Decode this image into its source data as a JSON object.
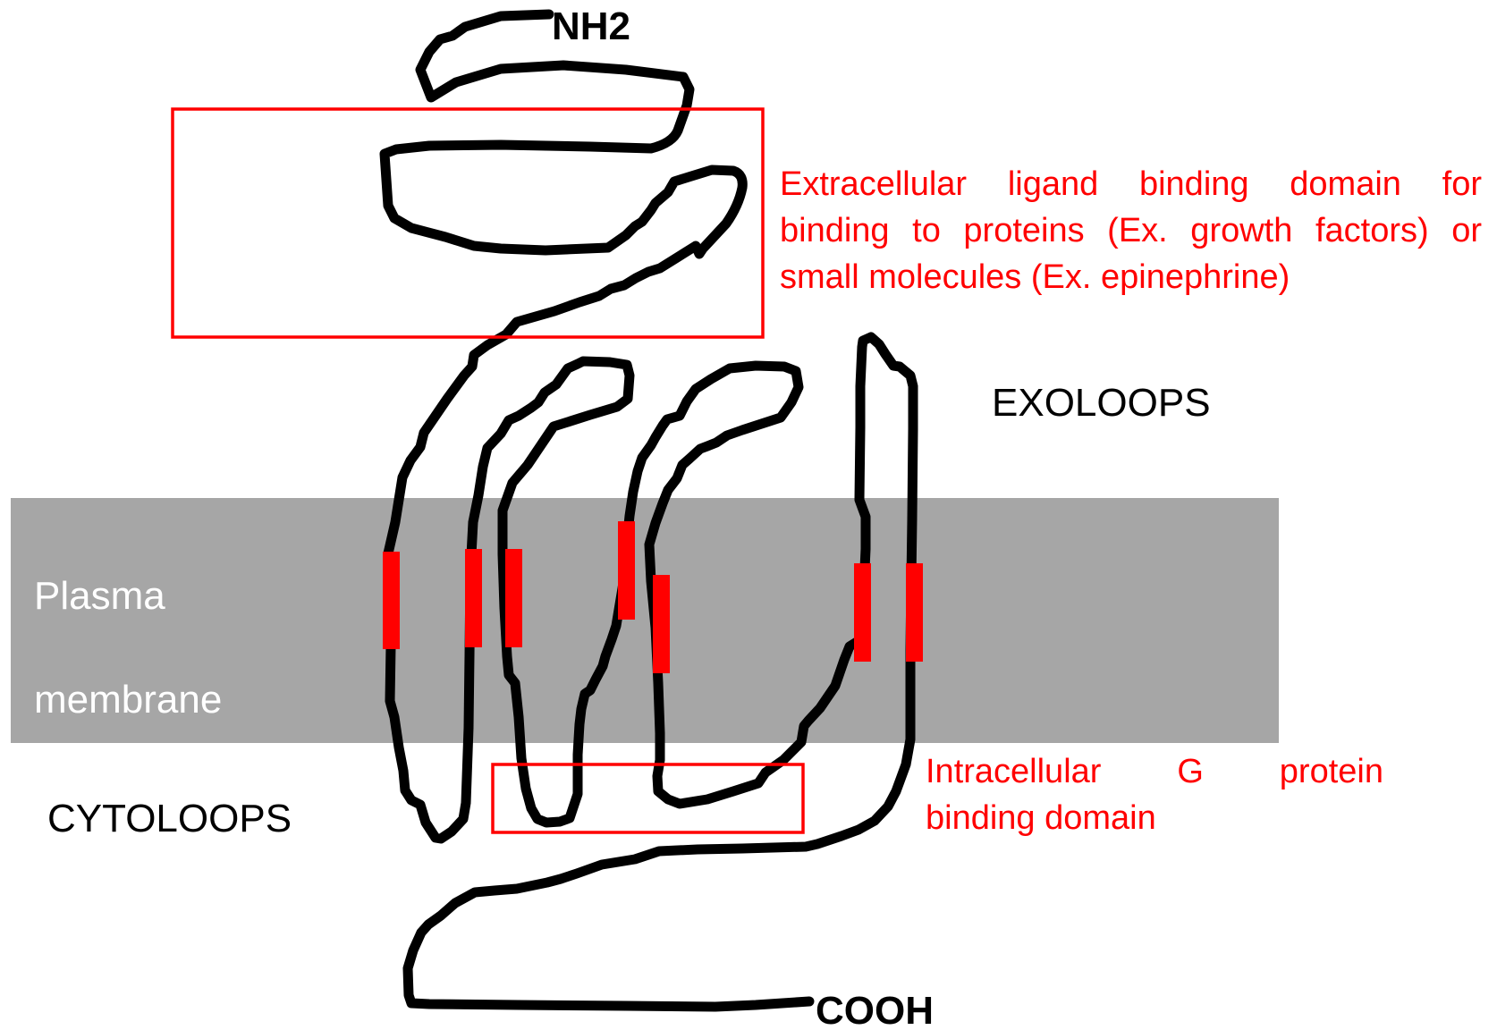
{
  "labels": {
    "n_terminus": "NH2",
    "c_terminus": "COOH",
    "exoloops": "EXOLOOPS",
    "cytoloops": "CYTOLOOPS",
    "membrane_line1": "Plasma",
    "membrane_line2": "membrane"
  },
  "annotations": {
    "extracellular": {
      "lines": [
        "Extracellular ligand binding domain for",
        "binding to proteins (Ex. growth factors) or",
        "small molecules (Ex. epinephrine)"
      ]
    },
    "intracellular": {
      "lines": [
        "Intracellular G protein",
        "binding domain"
      ]
    }
  },
  "colors": {
    "membrane": "#a6a6a6",
    "protein_chain": "#000000",
    "helix_segment": "#ff0000",
    "annotation": "#ff0000",
    "text": "#000000",
    "membrane_text": "#ffffff"
  }
}
